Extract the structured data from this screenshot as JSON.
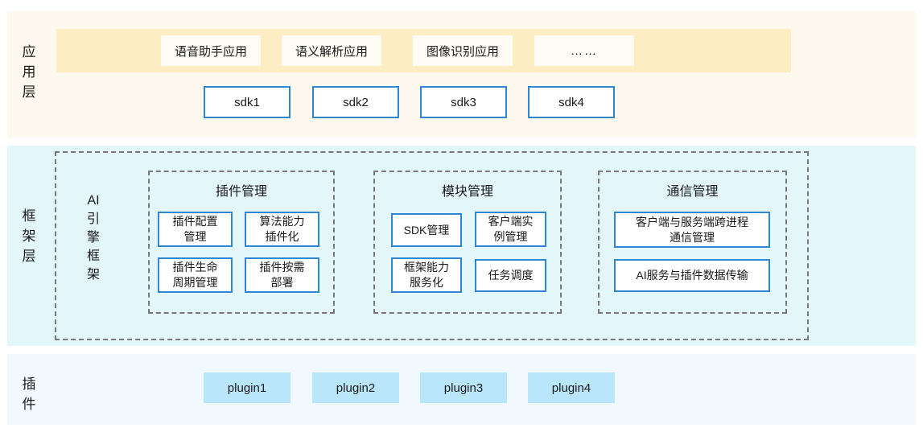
{
  "layers": [
    {
      "id": "application",
      "label": "应\n用\n层",
      "background": "#fdf9ef"
    },
    {
      "id": "framework",
      "label": "框\n架\n层",
      "background": "#e3f6fa"
    },
    {
      "id": "plugin",
      "label": "插\n件",
      "background": "#f1f8fe"
    }
  ],
  "application": {
    "band_color": "#fdedc3",
    "apps": [
      {
        "label": "语音助手应用"
      },
      {
        "label": "语义解析应用"
      },
      {
        "label": "图像识别应用"
      },
      {
        "label": "……"
      }
    ],
    "sdks": [
      {
        "label": "sdk1"
      },
      {
        "label": "sdk2"
      },
      {
        "label": "sdk3"
      },
      {
        "label": "sdk4"
      }
    ]
  },
  "framework": {
    "engine_label": "AI\n引\n擎\n框\n架",
    "groups": [
      {
        "title": "插件管理",
        "cells": [
          {
            "label": "插件配置\n管理"
          },
          {
            "label": "算法能力\n插件化"
          },
          {
            "label": "插件生命\n周期管理"
          },
          {
            "label": "插件按需\n部署"
          }
        ]
      },
      {
        "title": "模块管理",
        "cells": [
          {
            "label": "SDK管理"
          },
          {
            "label": "客户端实\n例管理"
          },
          {
            "label": "框架能力\n服务化"
          },
          {
            "label": "任务调度"
          }
        ]
      },
      {
        "title": "通信管理",
        "cells": [
          {
            "label": "客户端与服务端跨进程\n通信管理"
          },
          {
            "label": "AI服务与插件数据传输"
          }
        ]
      }
    ]
  },
  "plugin": {
    "plugins": [
      {
        "label": "plugin1"
      },
      {
        "label": "plugin2"
      },
      {
        "label": "plugin3"
      },
      {
        "label": "plugin4"
      }
    ]
  },
  "colors": {
    "app_layer_bg": "#fdf9ef",
    "app_band_bg": "#fdedc3",
    "app_box_bg": "#fefbf4",
    "framework_layer_bg": "#e3f6fa",
    "plugin_layer_bg": "#f1f8fe",
    "plugin_box_bg": "#b9e6fa",
    "box_border": "#2f87d1",
    "dashed_border": "#77797c"
  }
}
